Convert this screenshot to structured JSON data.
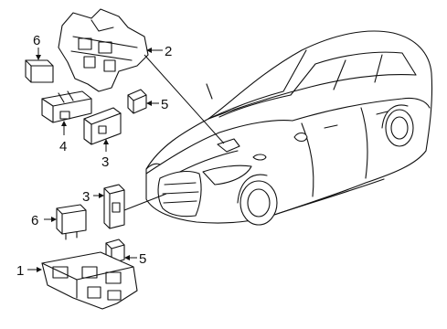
{
  "callouts": {
    "c1": "1",
    "c2": "2",
    "c3a": "3",
    "c3b": "3",
    "c4": "4",
    "c5a": "5",
    "c5b": "5",
    "c6a": "6",
    "c6b": "6"
  },
  "colors": {
    "line": "#111111",
    "background": "#ffffff"
  }
}
